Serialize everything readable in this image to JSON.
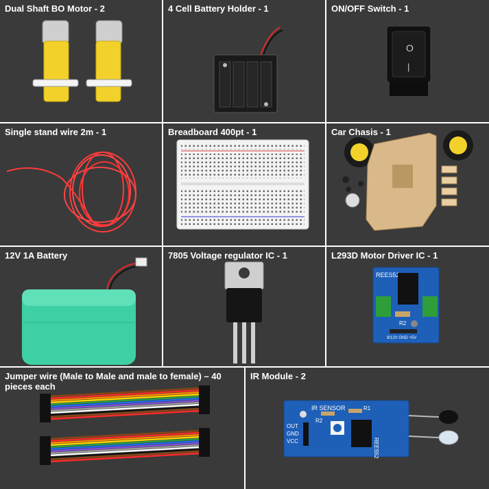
{
  "items": [
    {
      "label": "Dual Shaft BO Motor - 2"
    },
    {
      "label": "4 Cell Battery Holder - 1"
    },
    {
      "label": "ON/OFF Switch - 1"
    },
    {
      "label": "Single stand wire 2m - 1"
    },
    {
      "label": "Breadboard 400pt - 1"
    },
    {
      "label": "Car Chasis - 1"
    },
    {
      "label": "12V 1A Battery"
    },
    {
      "label": "7805 Voltage regulator IC - 1"
    },
    {
      "label": "L293D Motor Driver IC - 1"
    },
    {
      "label": "Jumper wire (Male to Male and male to female) – 40 pieces each"
    },
    {
      "label": "IR Module - 2"
    }
  ],
  "switch_symbols": {
    "on": "O",
    "off": "|"
  },
  "l293d_board": {
    "brand": "REES52",
    "r2": "R2",
    "power_label": "9/12V GND +5V"
  },
  "ir_board": {
    "title": "IR SENSOR",
    "brand": "REES52",
    "r1": "R1",
    "r2": "R2",
    "pins": [
      "OUT",
      "GND",
      "VCC"
    ]
  },
  "colors": {
    "cell_dark": "#3a3a3a",
    "cell_light": "#ffffff",
    "motor_yellow": "#f2d22a",
    "wire_red": "#ff3a3a",
    "battery_teal": "#3fcfa5",
    "pcb_blue": "#1e5fb8",
    "chassis_wood": "#d9b98a"
  }
}
